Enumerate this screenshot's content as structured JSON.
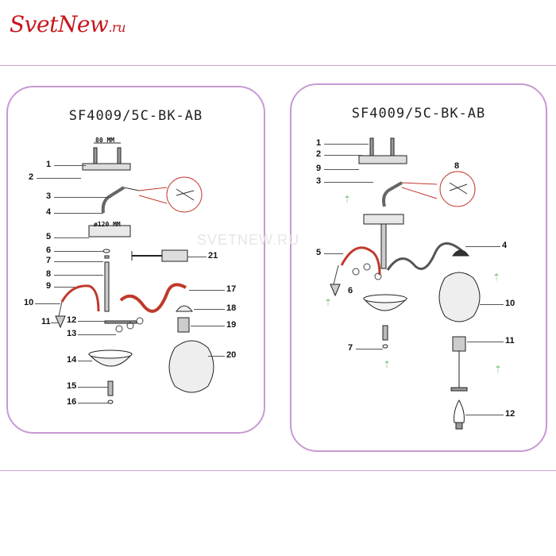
{
  "logo": {
    "text": "SvetNew",
    "suffix": ".ru"
  },
  "watermark": "SVETNEW.RU",
  "left_panel": {
    "title": "SF4009/5C-BK-AB",
    "dimensions": {
      "mount": "80 MM",
      "canopy": "ø120 MM"
    },
    "callouts": [
      "1",
      "2",
      "3",
      "4",
      "5",
      "6",
      "7",
      "8",
      "9",
      "10",
      "11",
      "12",
      "13",
      "14",
      "15",
      "16",
      "17",
      "18",
      "19",
      "20",
      "21"
    ]
  },
  "right_panel": {
    "title": "SF4009/5C-BK-AB",
    "callouts": [
      "1",
      "2",
      "9",
      "3",
      "8",
      "4",
      "5",
      "6",
      "10",
      "7",
      "11",
      "12"
    ]
  },
  "colors": {
    "frame": "#c79ad3",
    "logo": "#c8161d",
    "wire_red": "#c0392b",
    "arrow": "#7bc67b"
  }
}
